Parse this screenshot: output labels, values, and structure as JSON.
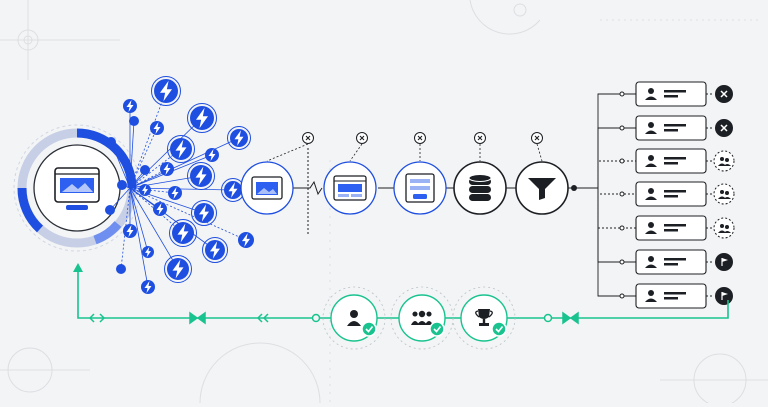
{
  "diagram": {
    "colors": {
      "background": "#f3f4f5",
      "primary_blue": "#1f4fe0",
      "dark": "#1c1f24",
      "green": "#19c38f",
      "grid_lines": "#d9dde2"
    },
    "source": {
      "icon": "webpage-icon"
    },
    "events": {
      "icon": "lightning-bolt-icon",
      "count": 27
    },
    "pipeline_stages": [
      {
        "id": "webpage-image",
        "icon": "image-page-icon"
      },
      {
        "id": "webpage-layout",
        "icon": "layout-page-icon"
      },
      {
        "id": "form",
        "icon": "form-icon"
      },
      {
        "id": "database",
        "icon": "database-icon"
      },
      {
        "id": "filter",
        "icon": "funnel-icon"
      }
    ],
    "stage_markers": {
      "icon": "x-icon"
    },
    "profiles": [
      {
        "icon": "user-card-icon",
        "status_icon": "x-icon"
      },
      {
        "icon": "user-card-icon",
        "status_icon": "x-icon"
      },
      {
        "icon": "user-card-icon",
        "status_icon": "group-icon"
      },
      {
        "icon": "user-card-icon",
        "status_icon": "group-icon"
      },
      {
        "icon": "user-card-icon",
        "status_icon": "group-icon"
      },
      {
        "icon": "user-card-icon",
        "status_icon": "flag-icon"
      },
      {
        "icon": "user-card-icon",
        "status_icon": "flag-icon"
      }
    ],
    "feedback_steps": [
      {
        "icon": "user-icon",
        "check_icon": "check-icon"
      },
      {
        "icon": "team-icon",
        "check_icon": "check-icon"
      },
      {
        "icon": "trophy-icon",
        "check_icon": "check-icon"
      }
    ]
  }
}
